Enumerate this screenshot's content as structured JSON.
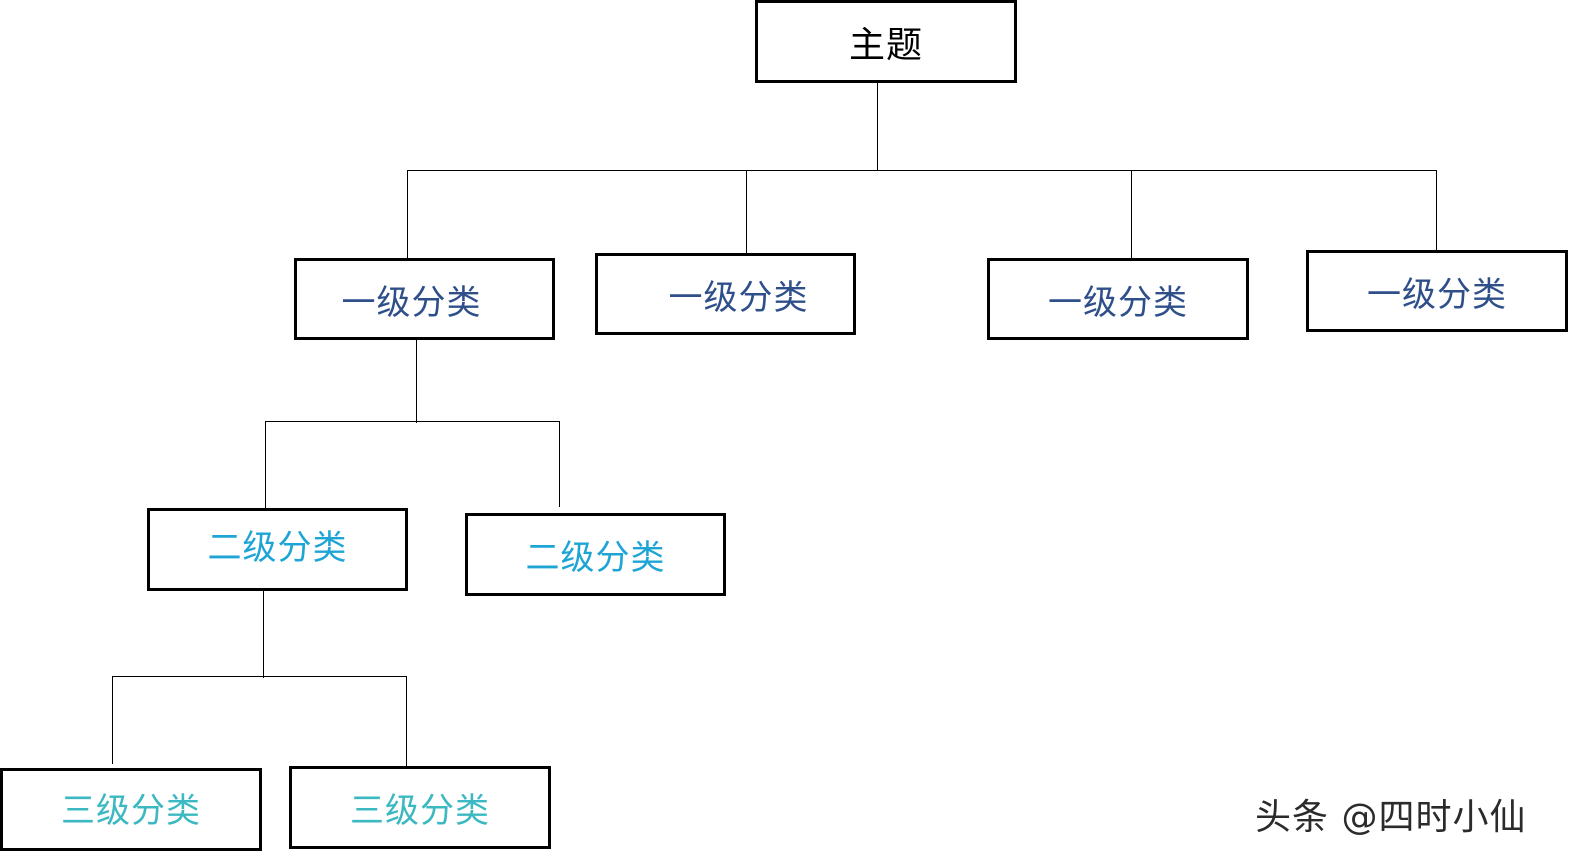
{
  "colors": {
    "root_text": "#000000",
    "level1_text": "#2f4f8a",
    "level2_text": "#1ea5d6",
    "level3_text": "#3bb8c2",
    "box_border": "#000000",
    "connector": "#000000"
  },
  "root": {
    "label": "主题"
  },
  "level1": [
    {
      "label": "一级分类"
    },
    {
      "label": "一级分类"
    },
    {
      "label": "一级分类"
    },
    {
      "label": "一级分类"
    }
  ],
  "level2": [
    {
      "label": "二级分类"
    },
    {
      "label": "二级分类"
    }
  ],
  "level3": [
    {
      "label": "三级分类"
    },
    {
      "label": "三级分类"
    }
  ],
  "watermark": {
    "text": "头条 @四时小仙"
  }
}
